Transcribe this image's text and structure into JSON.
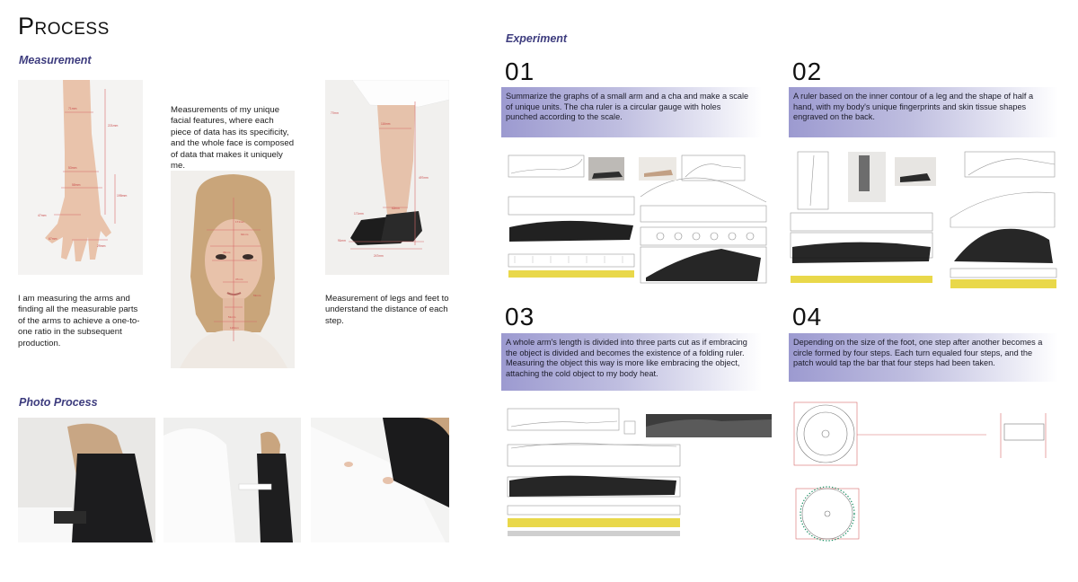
{
  "page": {
    "title": "Process"
  },
  "measurement": {
    "heading": "Measurement",
    "arm_text": "I am measuring the arms and finding all the measurable parts of the arms to achieve a one-to-one ratio in the subsequent production.",
    "face_text": "Measurements of my unique facial features, where each piece of data has its specificity, and the whole face is composed of data that makes it uniquely me.",
    "leg_text": "Measurement of legs and feet to understand the distance of each step."
  },
  "photo_process": {
    "heading": "Photo Process"
  },
  "experiment": {
    "heading": "Experiment",
    "items": [
      {
        "num": "01",
        "text": "Summarize the graphs of a small arm and a cha and make a scale of unique units. The cha ruler is a circular gauge with holes punched according to the scale."
      },
      {
        "num": "02",
        "text": "A ruler based on the inner contour of a leg and the shape of half a hand, with my body's unique fingerprints and skin tissue shapes engraved on the back."
      },
      {
        "num": "03",
        "text": "A whole arm's length is divided into three parts cut as if embracing the object is divided and becomes the existence of a folding ruler. Measuring the object this way is more like embracing the object, attaching the cold object to my body heat."
      },
      {
        "num": "04",
        "text": "Depending on the size of the foot, one step after another becomes a circle formed by four steps. Each turn equaled four steps, and the patch would tap the bar that four steps had been taken."
      }
    ]
  },
  "colors": {
    "accent": "#3d3c7e",
    "band_start": "#9c9ad0",
    "ruler_yellow": "#e9d84a"
  }
}
